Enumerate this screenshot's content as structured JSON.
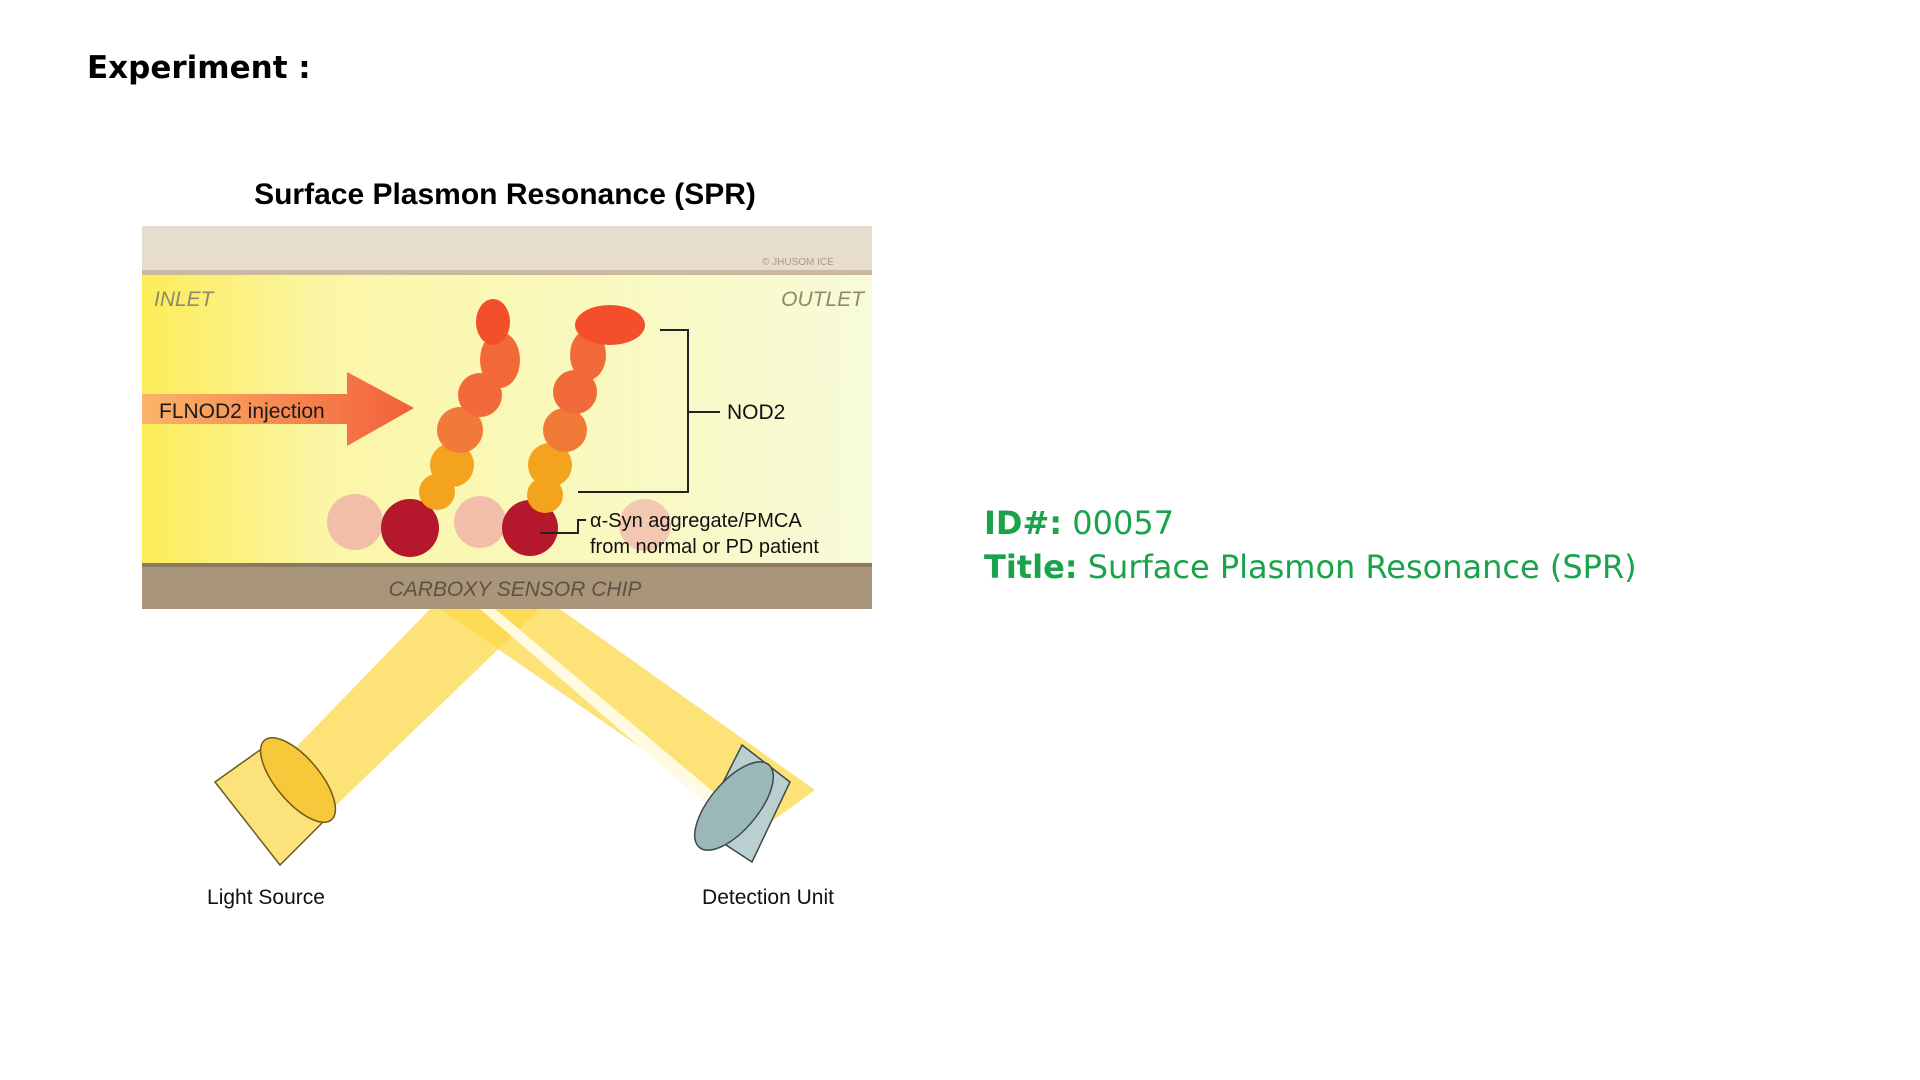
{
  "page": {
    "heading": "Experiment :"
  },
  "diagram": {
    "title": "Surface Plasmon Resonance (SPR)",
    "inlet_label": "INLET",
    "outlet_label": "OUTLET",
    "injection_label": "FLNOD2 injection",
    "protein_label": "NOD2",
    "aggregate_label_line1": "α-Syn aggregate/PMCA",
    "aggregate_label_line2": "from normal or PD patient",
    "chip_label": "CARBOXY SENSOR CHIP",
    "light_source_label": "Light Source",
    "detector_label": "Detection Unit",
    "watermark": "© JHUSOM ICE"
  },
  "info": {
    "id_label": "ID#:",
    "id_value": "00057",
    "title_label": "Title:",
    "title_value": "Surface Plasmon Resonance (SPR)"
  },
  "colors": {
    "info_text": "#1aa34a",
    "flow_yellow": "#fbf6a6",
    "chip_brown": "#a9957a",
    "protein_orange": "#f26a3a",
    "aggregate_red": "#b5182c"
  }
}
